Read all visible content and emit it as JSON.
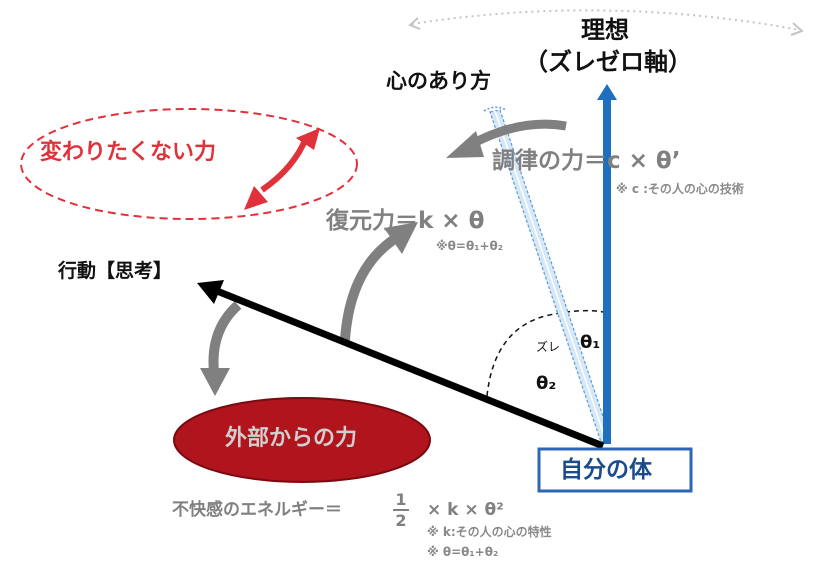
{
  "labels": {
    "ideal_line1": "理想",
    "ideal_line2": "（ズレゼロ軸）",
    "mind_state": "心のあり方",
    "regulating_force": "調律の力＝c × θ’",
    "regulating_note": "※ c :その人の心の技術",
    "resist_change": "変わりたくない力",
    "restoring_force": "復元力＝k × θ",
    "restoring_note": "※θ=θ₁+θ₂",
    "action": "行動【思考】",
    "deviation": "ズレ",
    "theta1": "θ₁",
    "theta2": "θ₂",
    "external_force": "外部からの力",
    "self_body": "自分の体",
    "energy_prefix": "不快感のエネルギー＝",
    "energy_num": "1",
    "energy_den": "2",
    "energy_suffix": "× k × θ²",
    "energy_note1": "※ k:その人の心の特性",
    "energy_note2": "※ θ=θ₁+θ₂"
  },
  "colors": {
    "ideal_arrow": "#1f6fc0",
    "mind_bar": "#d6e8f7",
    "gray_arrow": "#808080",
    "red_accent": "#e0323a",
    "external_fill": "#b0141c",
    "self_border": "#2c66b5",
    "action_arrow": "#000000"
  },
  "icons": {
    "ideal_axis": "up-arrow-icon",
    "action_vector": "arrow-icon",
    "red_swing": "double-arrow-icon",
    "gray_swing": "curved-arrow-icon"
  }
}
